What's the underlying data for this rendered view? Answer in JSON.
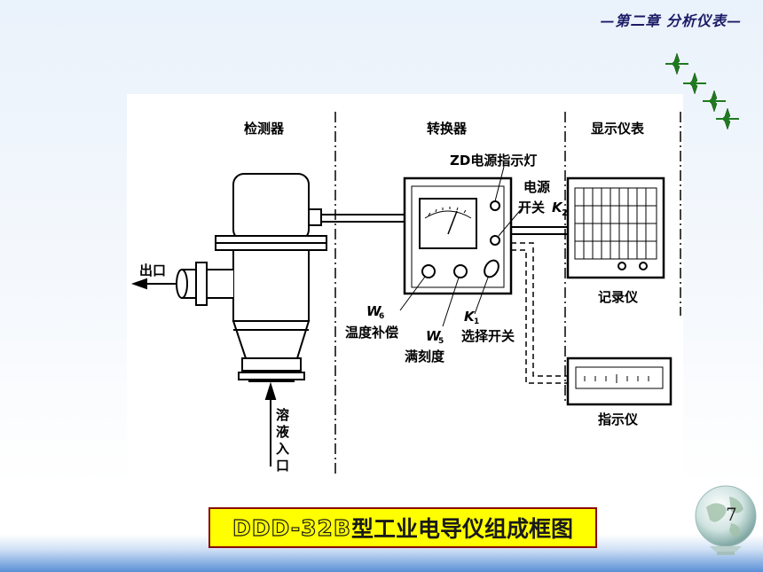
{
  "header": {
    "chapter": "—第二章  分析仪表—"
  },
  "slide": {
    "page_number": "7"
  },
  "title": {
    "model": "DDD-32B",
    "text": "型工业电导仪组成框图"
  },
  "diagram": {
    "sections": {
      "detector": "检测器",
      "converter": "转换器",
      "display": "显示仪表"
    },
    "labels": {
      "zd_indicator": "ZD电源指示灯",
      "power_line1": "电源",
      "power_line2": "开关",
      "k2": "K",
      "k2_sub": "2",
      "outlet": "出口",
      "w6": "W",
      "w6_sub": "6",
      "temp_comp": "温度补偿",
      "w5": "W",
      "w5_sub": "5",
      "full_scale": "满刻度",
      "k1": "K",
      "k1_sub": "1",
      "selector": "选择开关",
      "recorder": "记录仪",
      "indicator": "指示仪",
      "inlet_1": "溶",
      "inlet_2": "液",
      "inlet_3": "入",
      "inlet_4": "口"
    }
  },
  "colors": {
    "title_bg": "#ffff00",
    "title_border": "#8b0a0a",
    "header": "#1b1b66",
    "star": "#1f7a1f"
  }
}
